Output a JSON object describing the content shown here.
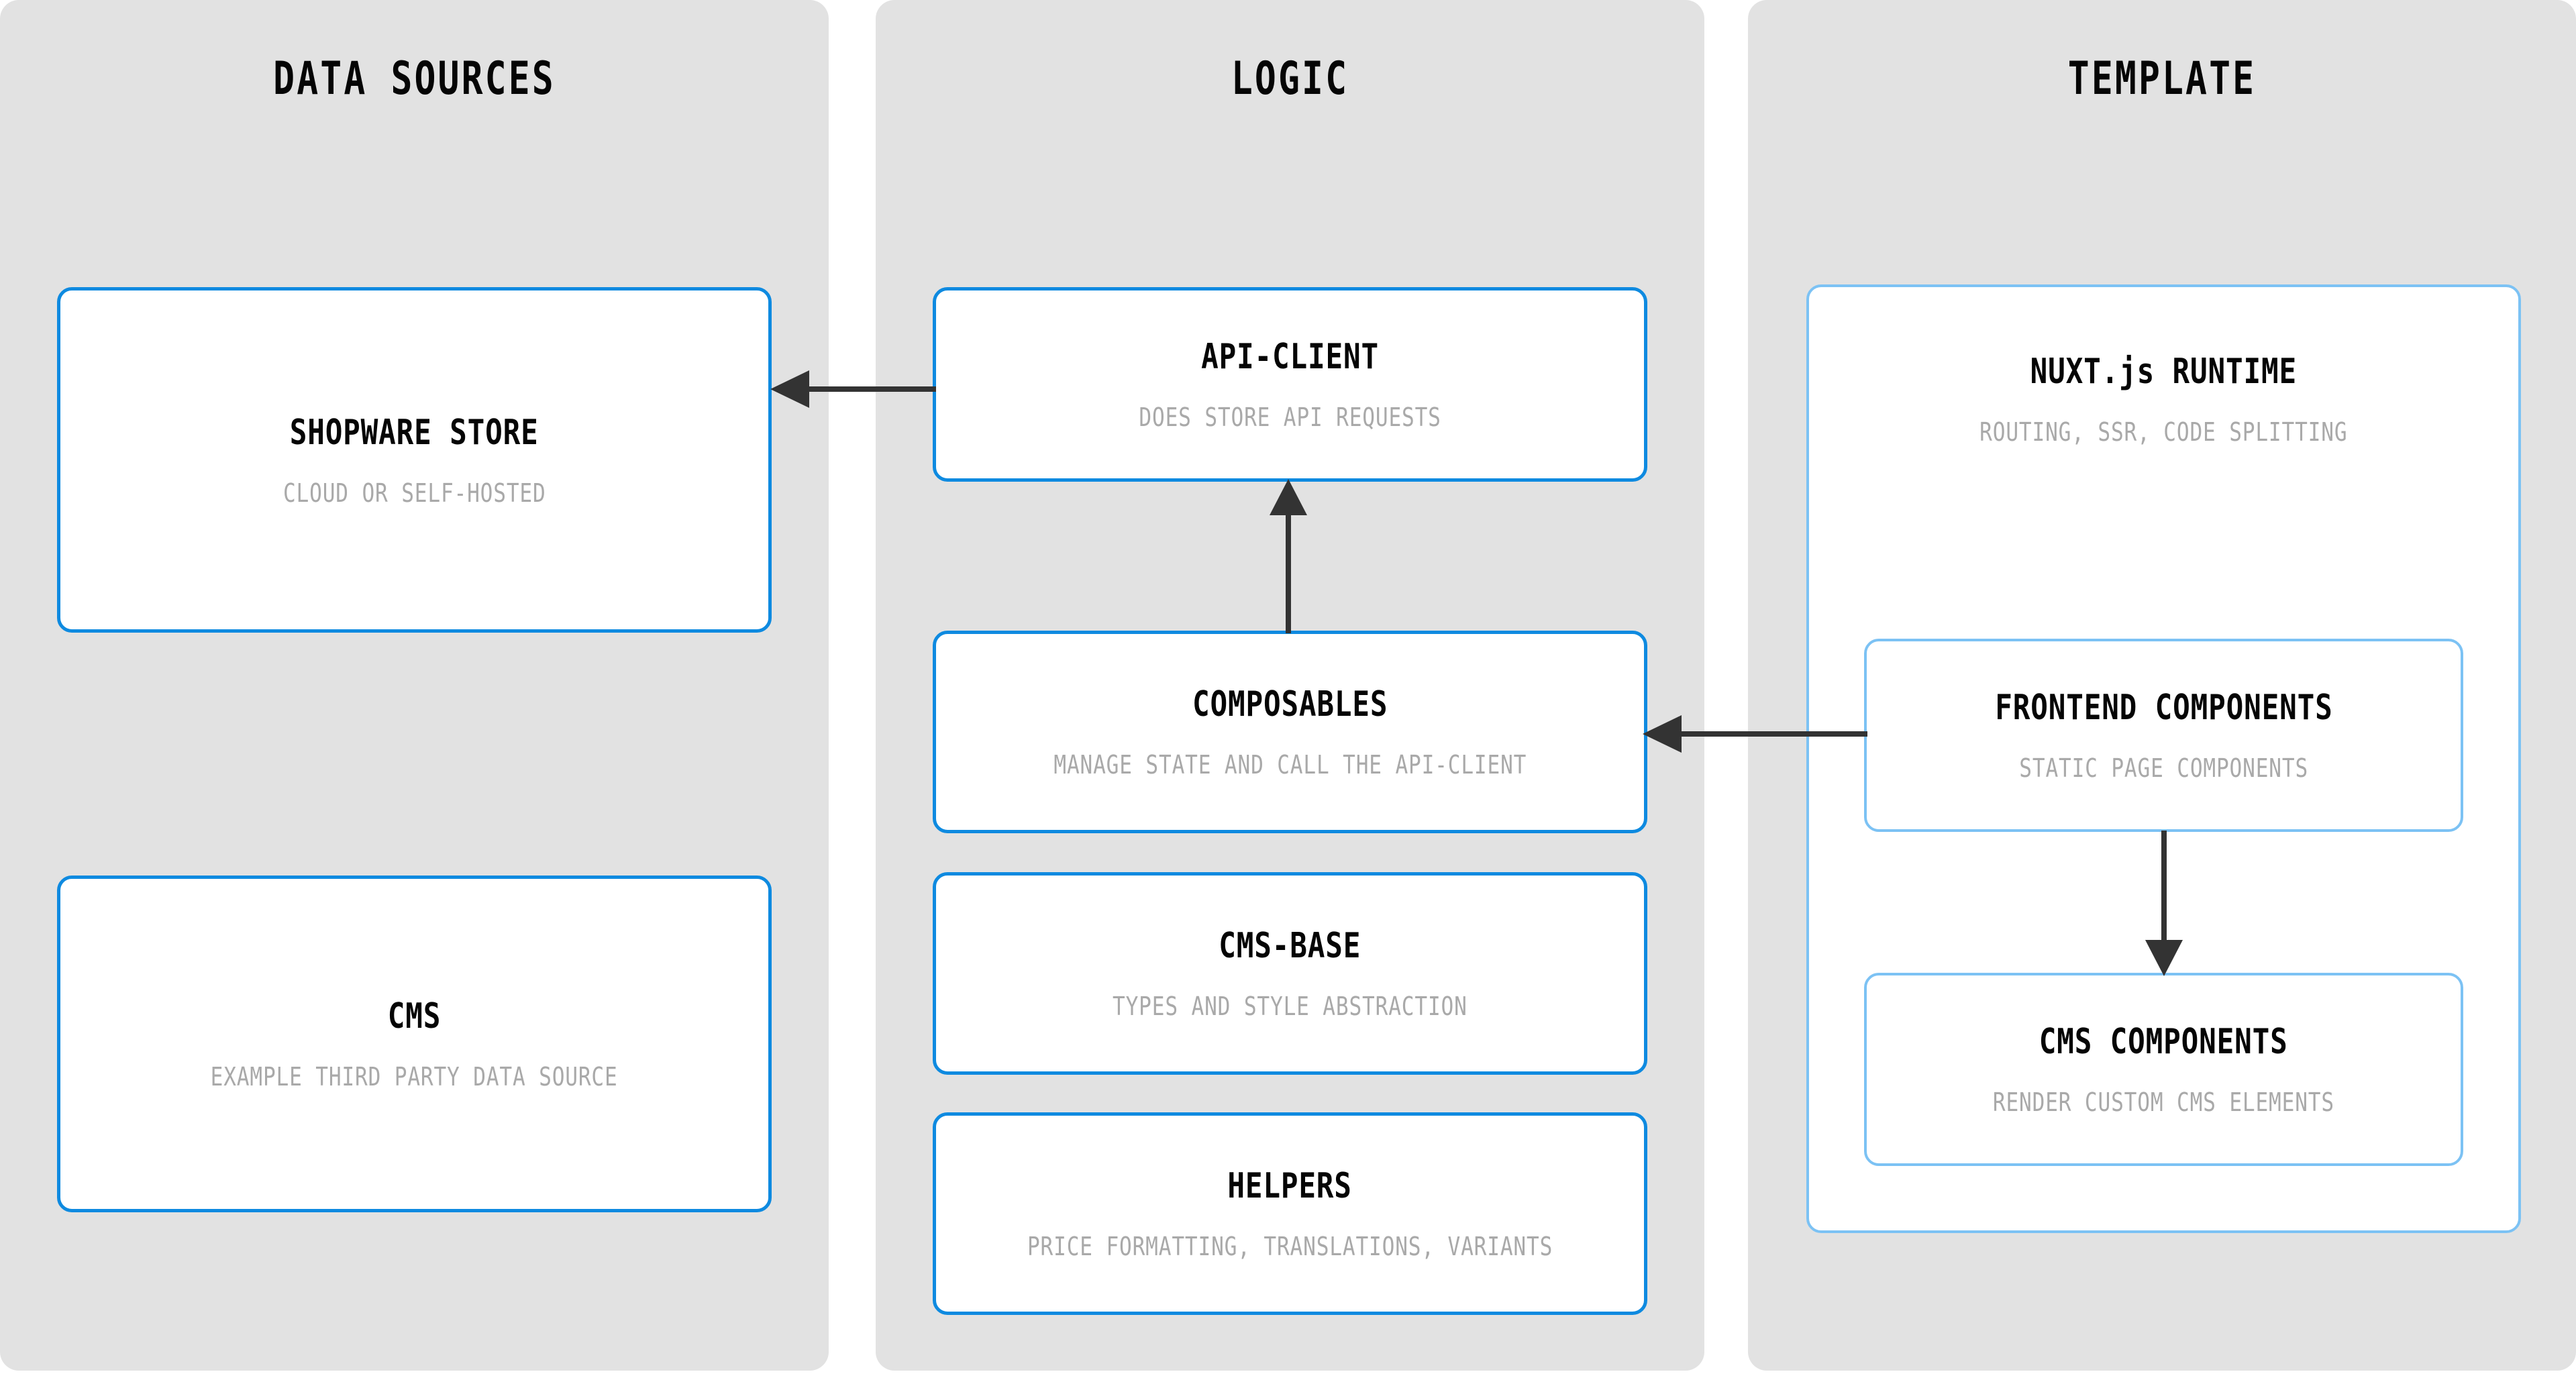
{
  "diagram": {
    "title_font_color": "#050505",
    "panel_bg": "#e2e2e2",
    "card_border": "#0e8ae0",
    "card_border_soft": "#7cc2f4",
    "arrow_color": "#333333",
    "subtitle_color": "#a9a9a9"
  },
  "columns": [
    {
      "id": "data-sources",
      "title": "DATA SOURCES",
      "cards": [
        {
          "id": "shopware-store",
          "title": "SHOPWARE STORE",
          "subtitle": "CLOUD OR SELF-HOSTED"
        },
        {
          "id": "cms",
          "title": "CMS",
          "subtitle": "EXAMPLE THIRD PARTY DATA SOURCE"
        }
      ]
    },
    {
      "id": "logic",
      "title": "LOGIC",
      "cards": [
        {
          "id": "api-client",
          "title": "API-CLIENT",
          "subtitle": "DOES STORE API REQUESTS"
        },
        {
          "id": "composables",
          "title": "COMPOSABLES",
          "subtitle": "MANAGE STATE AND CALL THE API-CLIENT"
        },
        {
          "id": "cms-base",
          "title": "CMS-BASE",
          "subtitle": "TYPES AND STYLE ABSTRACTION"
        },
        {
          "id": "helpers",
          "title": "HELPERS",
          "subtitle": "PRICE FORMATTING, TRANSLATIONS, VARIANTS"
        }
      ]
    },
    {
      "id": "template",
      "title": "TEMPLATE",
      "cards": [
        {
          "id": "nuxt-runtime",
          "title": "NUXT.js RUNTIME",
          "subtitle": "ROUTING, SSR, CODE SPLITTING"
        },
        {
          "id": "frontend-components",
          "title": "FRONTEND COMPONENTS",
          "subtitle": "STATIC PAGE COMPONENTS"
        },
        {
          "id": "cms-components",
          "title": "CMS COMPONENTS",
          "subtitle": "RENDER CUSTOM CMS ELEMENTS"
        }
      ]
    }
  ],
  "connections": [
    {
      "id": "api-client-to-shopware-store",
      "from": "api-client",
      "to": "shopware-store",
      "direction": "left"
    },
    {
      "id": "composables-to-api-client",
      "from": "composables",
      "to": "api-client",
      "direction": "up"
    },
    {
      "id": "frontend-components-to-composables",
      "from": "frontend-components",
      "to": "composables",
      "direction": "left"
    },
    {
      "id": "frontend-components-to-cms-components",
      "from": "frontend-components",
      "to": "cms-components",
      "direction": "down"
    }
  ]
}
